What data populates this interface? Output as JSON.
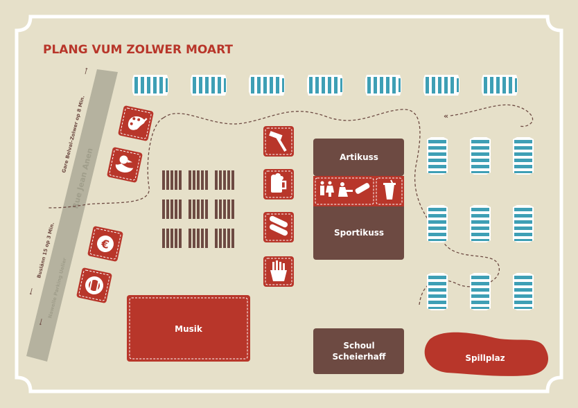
{
  "title": "PLANG VUM ZOLWER MOART",
  "road": {
    "name": "Rue Jean Anen",
    "note_top": "Gare Belval–Zolwer op 8 Min.",
    "note_bus": "Buslänn 15 op 3 Min.",
    "note_parking": "Nawelle Parking Uelier"
  },
  "areas": {
    "artikuss": "Artikuss",
    "sportikuss": "Sportikuss",
    "musik": "Musik",
    "schoul_line1": "Schoul",
    "schoul_line2": "Scheierhaff",
    "spillplaz": "Spillplaz"
  },
  "icons": [
    "palette-icon",
    "duck-icon",
    "euro-icon",
    "cutlery-icon",
    "hammer-icon",
    "beer-icon",
    "sausage-icon",
    "fries-icon",
    "toilets-icon",
    "baby-change-icon",
    "baby-bottle-icon",
    "drink-cup-icon"
  ],
  "colors": {
    "background": "#e6e0c9",
    "border": "#ffffff",
    "title_red": "#b8362a",
    "brown": "#6d4a42",
    "red": "#b8362a",
    "stall_blue": "#3e9fb5",
    "road_grey": "#b5b29f"
  }
}
